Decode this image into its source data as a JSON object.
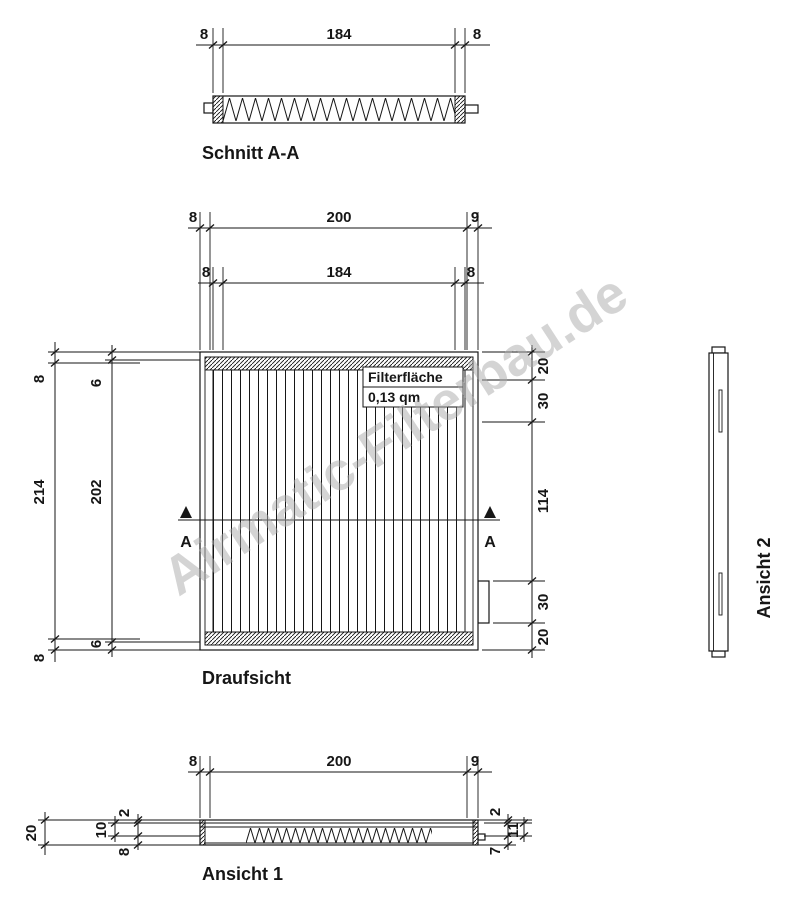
{
  "watermark": "Airmatic-Filterbau.de",
  "line_color": "#161616",
  "views": {
    "schnitt_aa": {
      "title": "Schnitt A-A",
      "dim_chain": [
        "8",
        "184",
        "8"
      ]
    },
    "draufsicht": {
      "title": "Draufsicht",
      "section_label": "A",
      "annotation": {
        "line1": "Filterfläche",
        "line2": "0,13 qm"
      },
      "dim_row_outer": [
        "8",
        "200",
        "9"
      ],
      "dim_row_inner": [
        "8",
        "184",
        "8"
      ],
      "dim_left_outer": [
        "8",
        "214",
        "8"
      ],
      "dim_left_inner": [
        "6",
        "202",
        "6"
      ],
      "dim_right": [
        "20",
        "30",
        "114",
        "30",
        "20"
      ]
    },
    "ansicht2": {
      "title": "Ansicht 2"
    },
    "ansicht1": {
      "title": "Ansicht 1",
      "dim_top": [
        "8",
        "200",
        "9"
      ],
      "dim_left": [
        "20",
        "10",
        "2",
        "8"
      ],
      "dim_right": [
        "2",
        "11",
        "7"
      ]
    }
  }
}
